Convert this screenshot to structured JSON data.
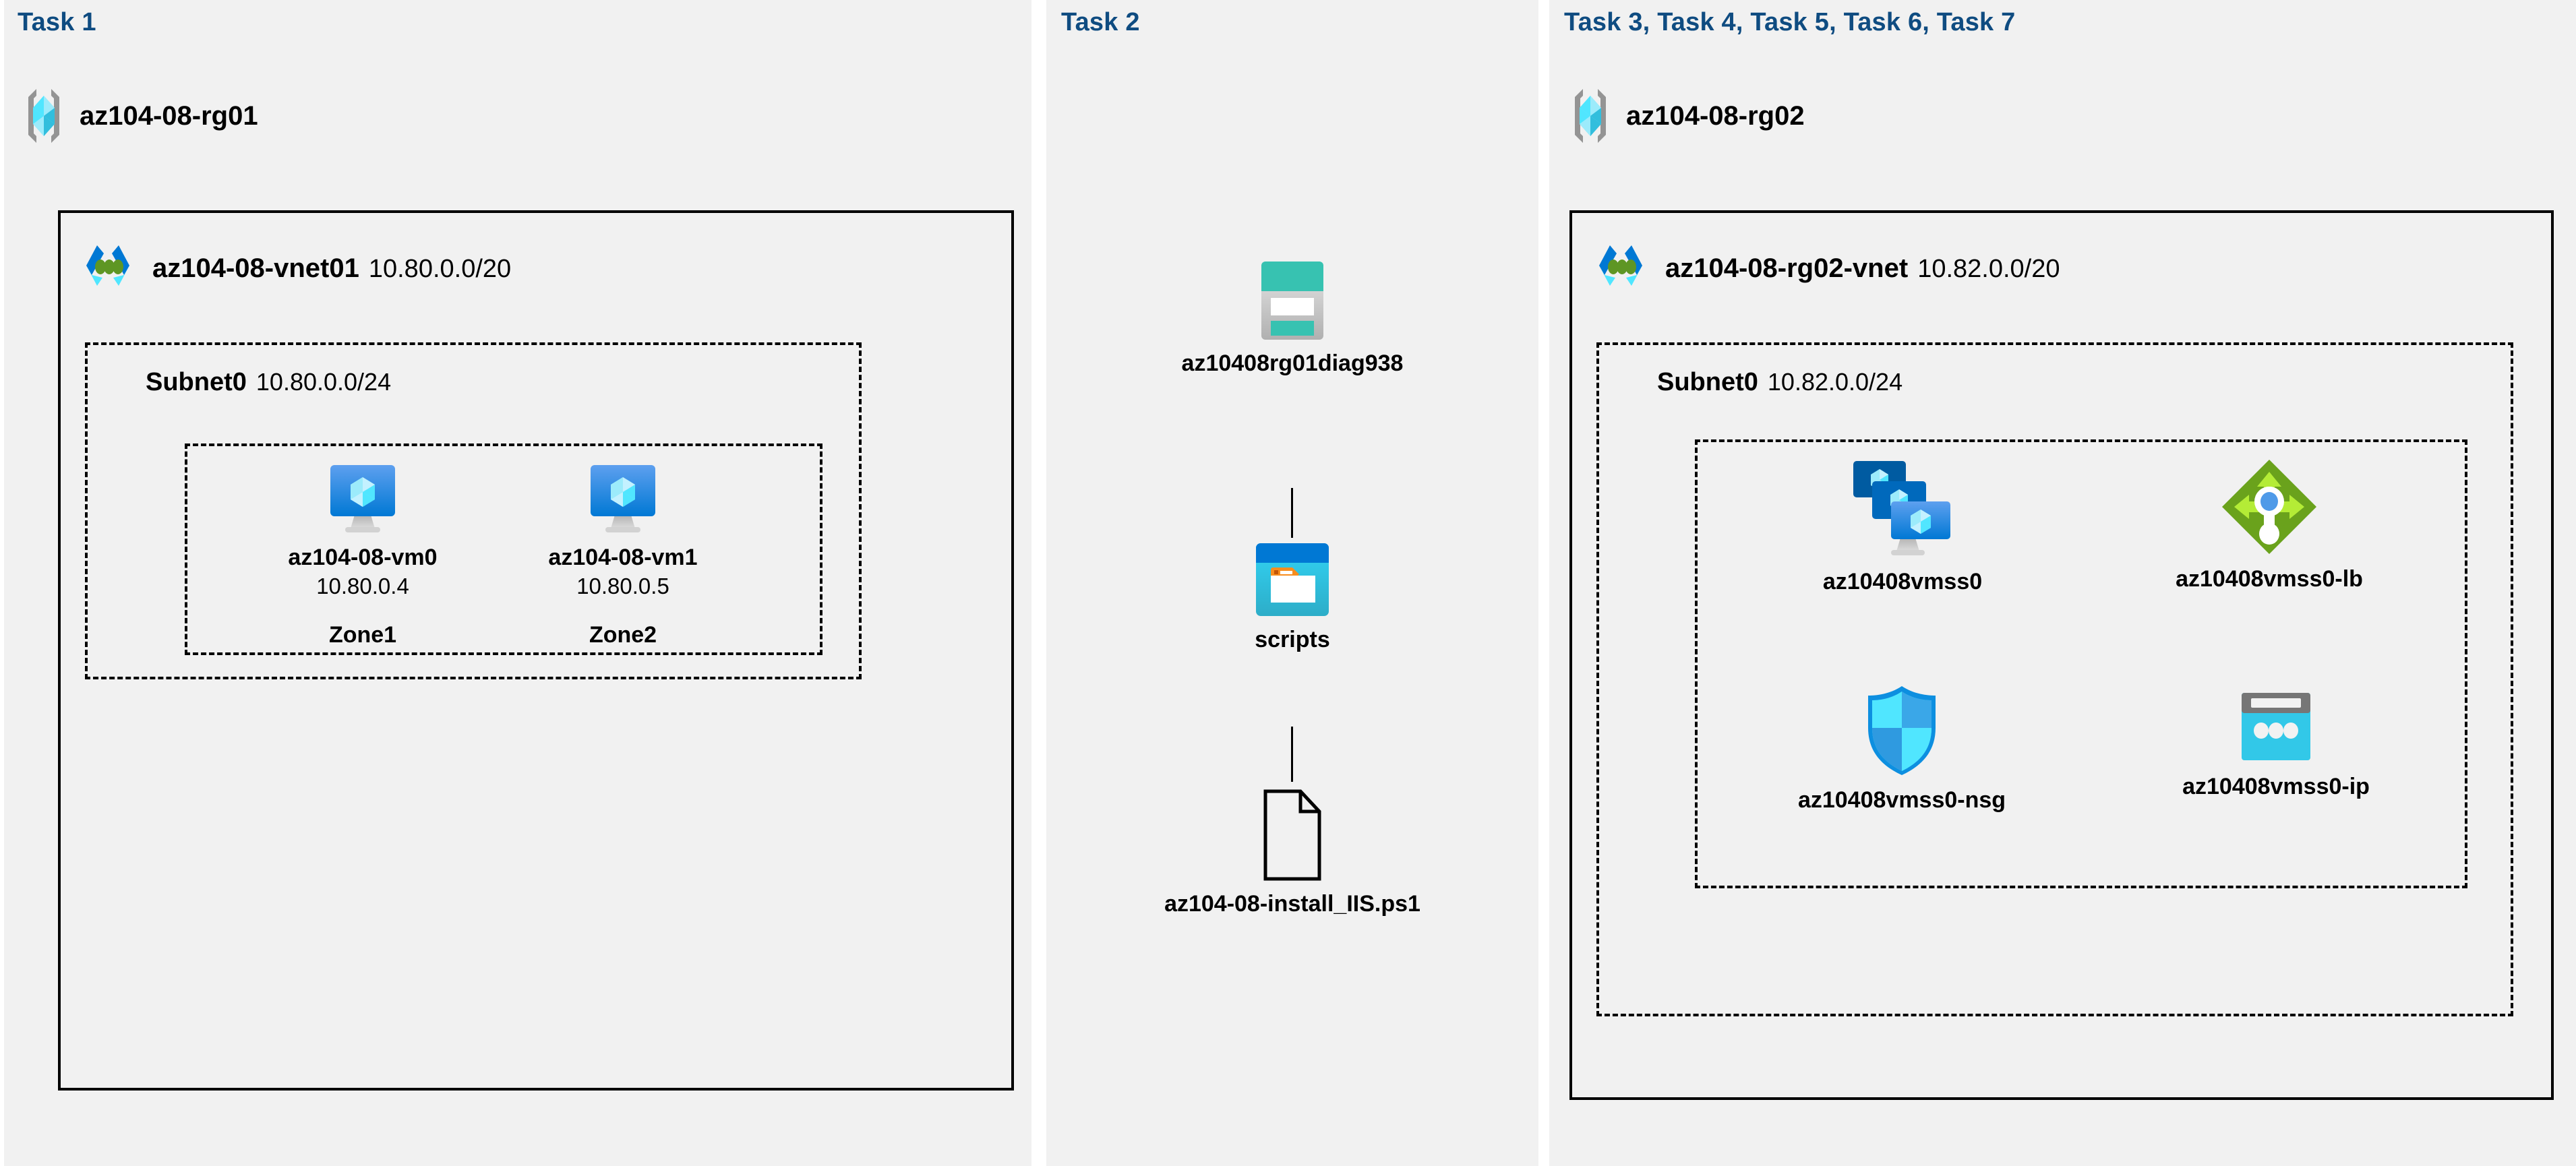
{
  "panels": [
    {
      "title": "Task 1"
    },
    {
      "title": "Task 2"
    },
    {
      "title": "Task 3, Task 4, Task 5, Task 6, Task 7"
    }
  ],
  "task1": {
    "resource_group": {
      "name": "az104-08-rg01",
      "icon": "resource-group-icon"
    },
    "vnet": {
      "name": "az104-08-vnet01",
      "cidr": "10.80.0.0/20",
      "icon": "virtual-network-icon"
    },
    "subnet": {
      "name": "Subnet0",
      "cidr": "10.80.0.0/24"
    },
    "vms": [
      {
        "name": "az104-08-vm0",
        "ip": "10.80.0.4",
        "zone": "Zone1",
        "icon": "virtual-machine-icon"
      },
      {
        "name": "az104-08-vm1",
        "ip": "10.80.0.5",
        "zone": "Zone2",
        "icon": "virtual-machine-icon"
      }
    ]
  },
  "task2": {
    "storage_account": {
      "name": "az10408rg01diag938",
      "icon": "storage-account-icon"
    },
    "container": {
      "name": "scripts",
      "icon": "blob-container-icon"
    },
    "file": {
      "name": "az104-08-install_IIS.ps1",
      "icon": "file-icon"
    }
  },
  "task3": {
    "resource_group": {
      "name": "az104-08-rg02",
      "icon": "resource-group-icon"
    },
    "vnet": {
      "name": "az104-08-rg02-vnet",
      "cidr": "10.82.0.0/20",
      "icon": "virtual-network-icon"
    },
    "subnet": {
      "name": "Subnet0",
      "cidr": "10.82.0.0/24"
    },
    "resources": [
      {
        "name": "az10408vmss0",
        "icon": "vm-scale-set-icon"
      },
      {
        "name": "az10408vmss0-lb",
        "icon": "load-balancer-icon"
      },
      {
        "name": "az10408vmss0-nsg",
        "icon": "network-security-group-icon"
      },
      {
        "name": "az10408vmss0-ip",
        "icon": "public-ip-address-icon"
      }
    ]
  },
  "colors": {
    "panel_background": "#f1f1f1",
    "page_background": "#ffffff",
    "task_title": "#0f4c81",
    "border": "#000000",
    "azure_blue": "#0078d4",
    "azure_cyan": "#32bedd",
    "storage_teal": "#37c2b1",
    "load_balancer_green": "#7fba00",
    "orange_accent": "#f78d1e"
  }
}
